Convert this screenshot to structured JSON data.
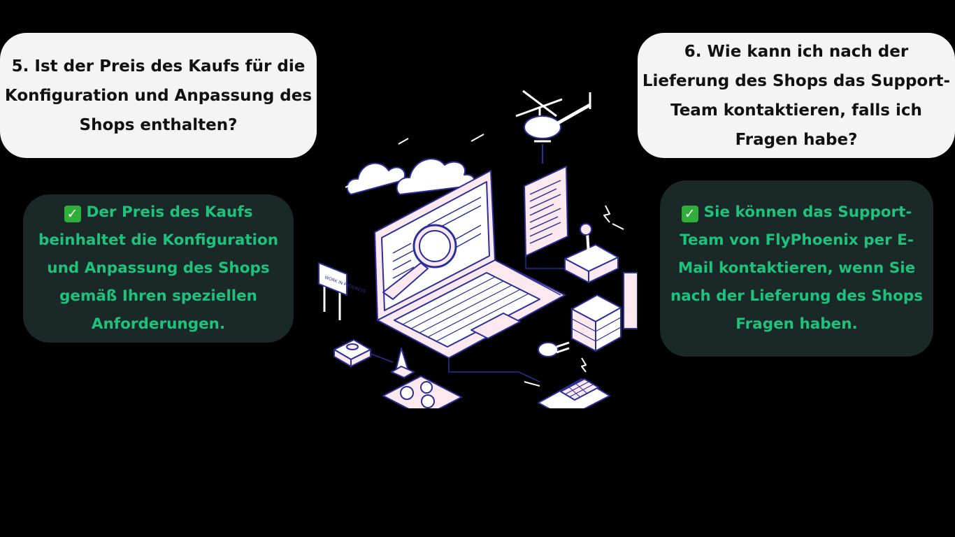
{
  "question5": "5. Ist der Preis des Kaufs für die Konfiguration und Anpassung des Shops enthalten?",
  "answer5": "Der Preis des Kaufs beinhaltet die Konfiguration und Anpassung des Shops gemäß Ihren speziellen Anforderungen.",
  "question6": "6. Wie kann ich nach der Lieferung des Shops das Support-Team kontaktieren, falls ich Fragen habe?",
  "answer6": "Sie können das Support-Team von FlyPhoenix per E-Mail kontaktieren, wenn Sie nach der Lieferung des Shops Fragen haben.",
  "sign_text": "WORK IN PROGRESS",
  "check_icon": "white-check-mark-icon",
  "colors": {
    "background": "#000000",
    "question_bg": "#f4f4f4",
    "answer_bg": "#1b2828",
    "answer_text": "#1ec27c",
    "illustration_line": "#2b2f9a",
    "illustration_fill": "#fbe9ef"
  }
}
